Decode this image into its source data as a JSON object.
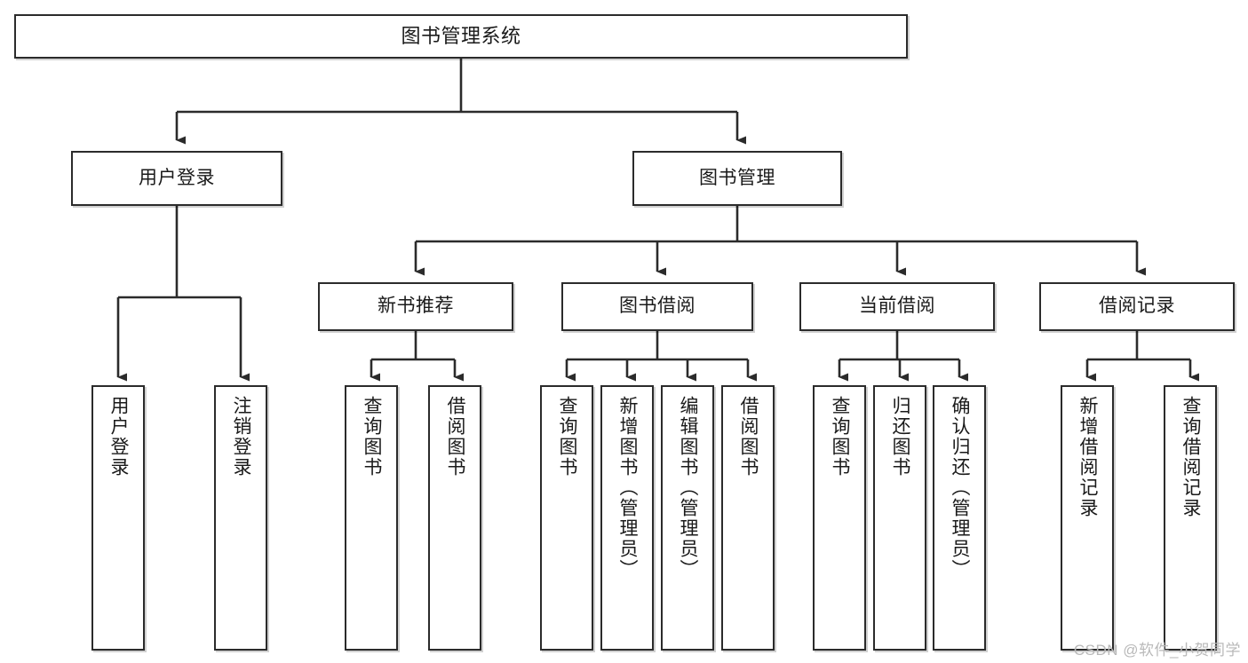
{
  "diagram": {
    "title": "图书管理系统",
    "type": "tree-hierarchy",
    "watermark": "CSDN @软件_小贺同学",
    "colors": {
      "box_stroke": "#2b2b2b",
      "box_fill": "#ffffff",
      "edge": "#2b2b2b",
      "text": "#1a1a1a",
      "watermark": "#b9b9b9"
    },
    "root": {
      "label": "图书管理系统"
    },
    "level2": [
      {
        "id": "user-login",
        "label": "用户登录"
      },
      {
        "id": "book-manage",
        "label": "图书管理"
      }
    ],
    "level3": [
      {
        "id": "new-book-recommend",
        "label": "新书推荐"
      },
      {
        "id": "book-borrow",
        "label": "图书借阅"
      },
      {
        "id": "current-borrow",
        "label": "当前借阅"
      },
      {
        "id": "borrow-record",
        "label": "借阅记录"
      }
    ],
    "leaves": {
      "user_login": [
        {
          "id": "leaf-user-login",
          "label": "用户登录"
        },
        {
          "id": "leaf-logout",
          "label": "注销登录"
        }
      ],
      "new_book_recommend": [
        {
          "id": "leaf-query-book-1",
          "label": "查询图书"
        },
        {
          "id": "leaf-borrow-book-1",
          "label": "借阅图书"
        }
      ],
      "book_borrow": [
        {
          "id": "leaf-query-book-2",
          "label": "查询图书"
        },
        {
          "id": "leaf-add-book",
          "label": "新增图书（管理员）"
        },
        {
          "id": "leaf-edit-book",
          "label": "编辑图书（管理员）"
        },
        {
          "id": "leaf-borrow-book-2",
          "label": "借阅图书"
        }
      ],
      "current_borrow": [
        {
          "id": "leaf-query-book-3",
          "label": "查询图书"
        },
        {
          "id": "leaf-return-book",
          "label": "归还图书"
        },
        {
          "id": "leaf-confirm-return",
          "label": "确认归还（管理员）"
        }
      ],
      "borrow_record": [
        {
          "id": "leaf-add-record",
          "label": "新增借阅记录"
        },
        {
          "id": "leaf-query-record",
          "label": "查询借阅记录"
        }
      ]
    }
  }
}
